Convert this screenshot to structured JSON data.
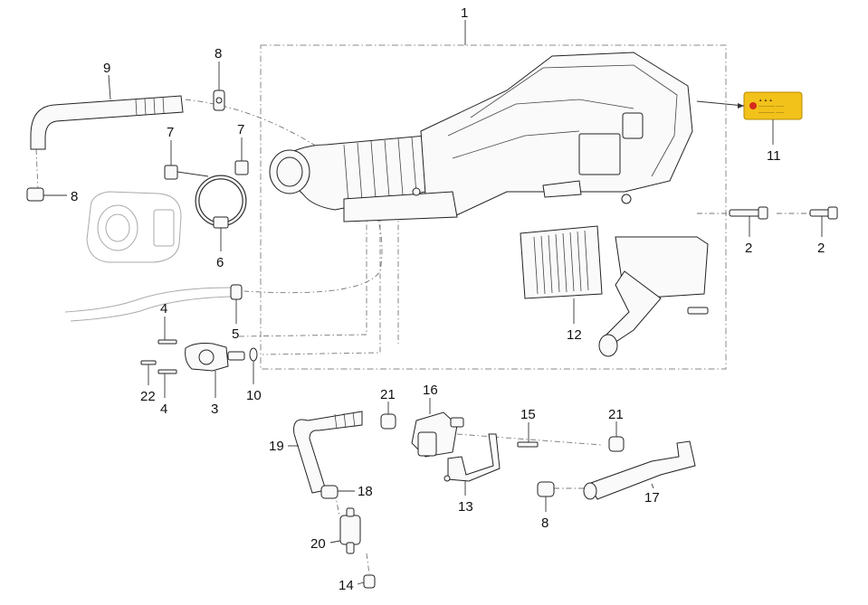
{
  "callouts": {
    "c1": "1",
    "c2a": "2",
    "c2b": "2",
    "c3": "3",
    "c4a": "4",
    "c4b": "4",
    "c5": "5",
    "c6": "6",
    "c7a": "7",
    "c7b": "7",
    "c8a": "8",
    "c8b": "8",
    "c8c": "8",
    "c9": "9",
    "c10": "10",
    "c11": "11",
    "c12": "12",
    "c13": "13",
    "c14": "14",
    "c15": "15",
    "c16": "16",
    "c17": "17",
    "c18": "18",
    "c19": "19",
    "c20": "20",
    "c21a": "21",
    "c21b": "21",
    "c22": "22"
  },
  "colors": {
    "warning_label": "#f2c21b",
    "line": "#222222",
    "ghost": "#aaaaaa"
  }
}
